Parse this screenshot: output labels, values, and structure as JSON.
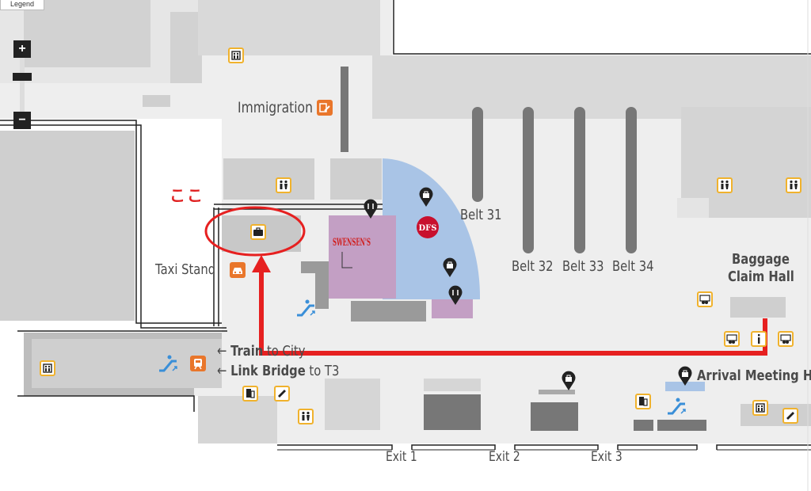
{
  "controls": {
    "legend": "Legend",
    "zoom_in": "+",
    "zoom_out": "−"
  },
  "labels": {
    "immigration": "Immigration",
    "taxi_stand": "Taxi Stand",
    "belt31": "Belt 31",
    "belt32": "Belt 32",
    "belt33": "Belt 33",
    "belt34": "Belt 34",
    "baggage_claim_line1": "Baggage",
    "baggage_claim_line2": "Claim Hall",
    "train_bold": "Train",
    "train_rest": " to City",
    "link_bold": "Link Bridge",
    "link_rest": " to T3",
    "arrival_meeting": "Arrival Meeting Ha",
    "exit1": "Exit 1",
    "exit2": "Exit 2",
    "exit3": "Exit 3"
  },
  "annotation": {
    "text": "ここ"
  },
  "brands": {
    "swensens": "SWENSEN'S",
    "dfs": "DFS"
  },
  "colors": {
    "route": "#e62020",
    "icon_border": "#f0b22d",
    "icon_orange": "#e9762b",
    "shop_purple": "#c39fc4",
    "zone_blue": "#a9c4e6",
    "floor": "#eeeeee",
    "wall": "#c8c8c8"
  }
}
